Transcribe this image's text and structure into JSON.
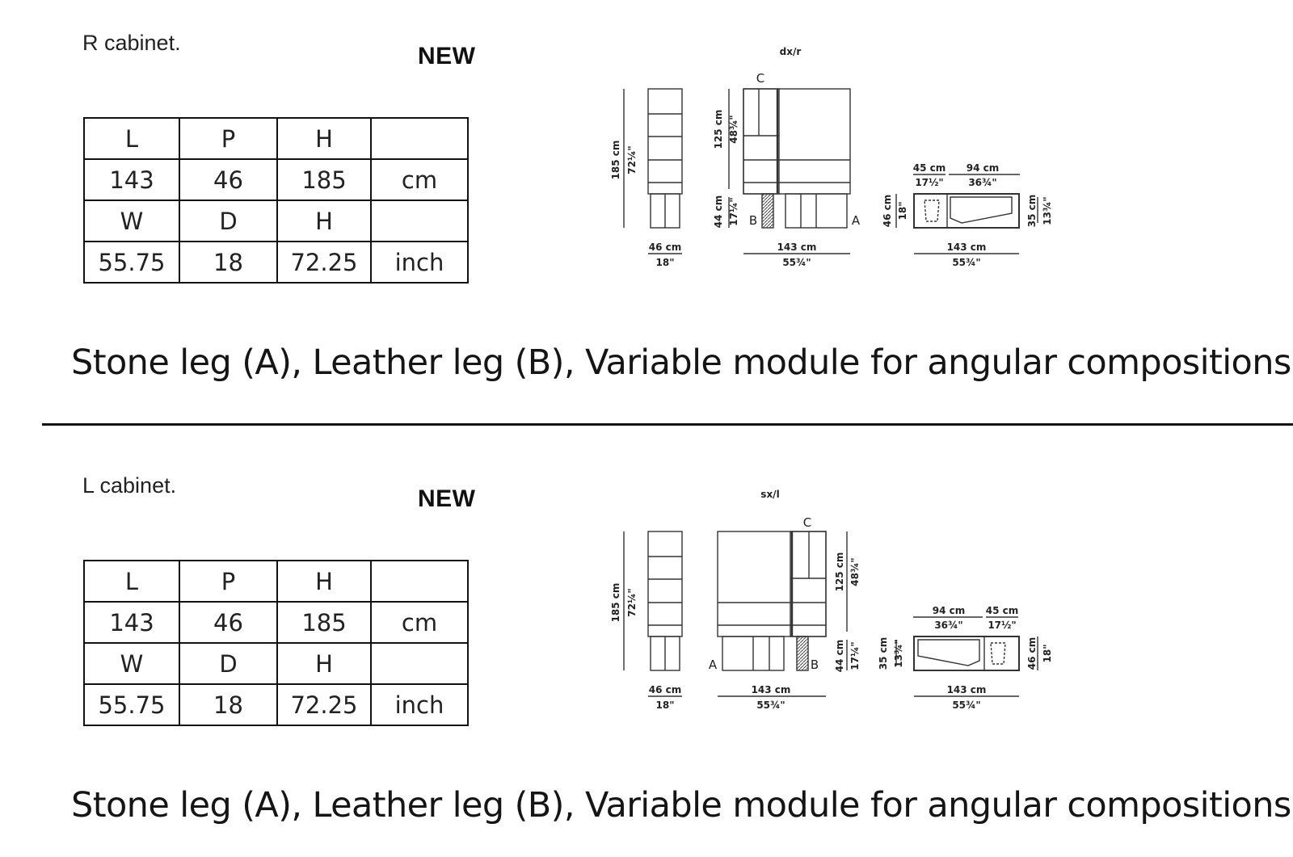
{
  "sections": [
    {
      "title": "R cabinet.",
      "badge": "NEW",
      "table": [
        [
          "L",
          "P",
          "H",
          ""
        ],
        [
          "143",
          "46",
          "185",
          "cm"
        ],
        [
          "W",
          "D",
          "H",
          ""
        ],
        [
          "55.75",
          "18",
          "72.25",
          "inch"
        ]
      ],
      "drawing": {
        "code": "dx/r",
        "side_height_cm": "185 cm",
        "side_height_in": "72¼\"",
        "side_width_cm": "46 cm",
        "side_width_in": "18\"",
        "module_height_cm": "125 cm",
        "module_height_in": "48¾\"",
        "leg_height_cm": "44 cm",
        "leg_height_in": "17¼\"",
        "front_width_cm": "143 cm",
        "front_width_in": "55¾\"",
        "label_a": "A",
        "label_b": "B",
        "label_c": "C",
        "plan_left_cm": "45 cm",
        "plan_left_in": "17½\"",
        "plan_right_cm": "94 cm",
        "plan_right_in": "36¾\"",
        "plan_depth_cm": "46 cm",
        "plan_depth_in": "18\"",
        "plan_short_cm": "35 cm",
        "plan_short_in": "13¾\"",
        "plan_width_cm": "143 cm",
        "plan_width_in": "55¾\""
      },
      "caption": "Stone leg (A), Leather leg (B), Variable module for angular compositions (C)"
    },
    {
      "title": "L cabinet.",
      "badge": "NEW",
      "table": [
        [
          "L",
          "P",
          "H",
          ""
        ],
        [
          "143",
          "46",
          "185",
          "cm"
        ],
        [
          "W",
          "D",
          "H",
          ""
        ],
        [
          "55.75",
          "18",
          "72.25",
          "inch"
        ]
      ],
      "drawing": {
        "code": "sx/l",
        "side_height_cm": "185 cm",
        "side_height_in": "72¼\"",
        "side_width_cm": "46 cm",
        "side_width_in": "18\"",
        "module_height_cm": "125 cm",
        "module_height_in": "48¾\"",
        "leg_height_cm": "44 cm",
        "leg_height_in": "17¼\"",
        "front_width_cm": "143 cm",
        "front_width_in": "55¾\"",
        "label_a": "A",
        "label_b": "B",
        "label_c": "C",
        "plan_left_cm": "94 cm",
        "plan_left_in": "36¾\"",
        "plan_right_cm": "45 cm",
        "plan_right_in": "17½\"",
        "plan_depth_cm": "46 cm",
        "plan_depth_in": "18\"",
        "plan_short_cm": "35 cm",
        "plan_short_in": "13¾\"",
        "plan_width_cm": "143 cm",
        "plan_width_in": "55¾\""
      },
      "caption": "Stone leg (A), Leather leg (B), Variable module for angular compositions (C)"
    }
  ]
}
